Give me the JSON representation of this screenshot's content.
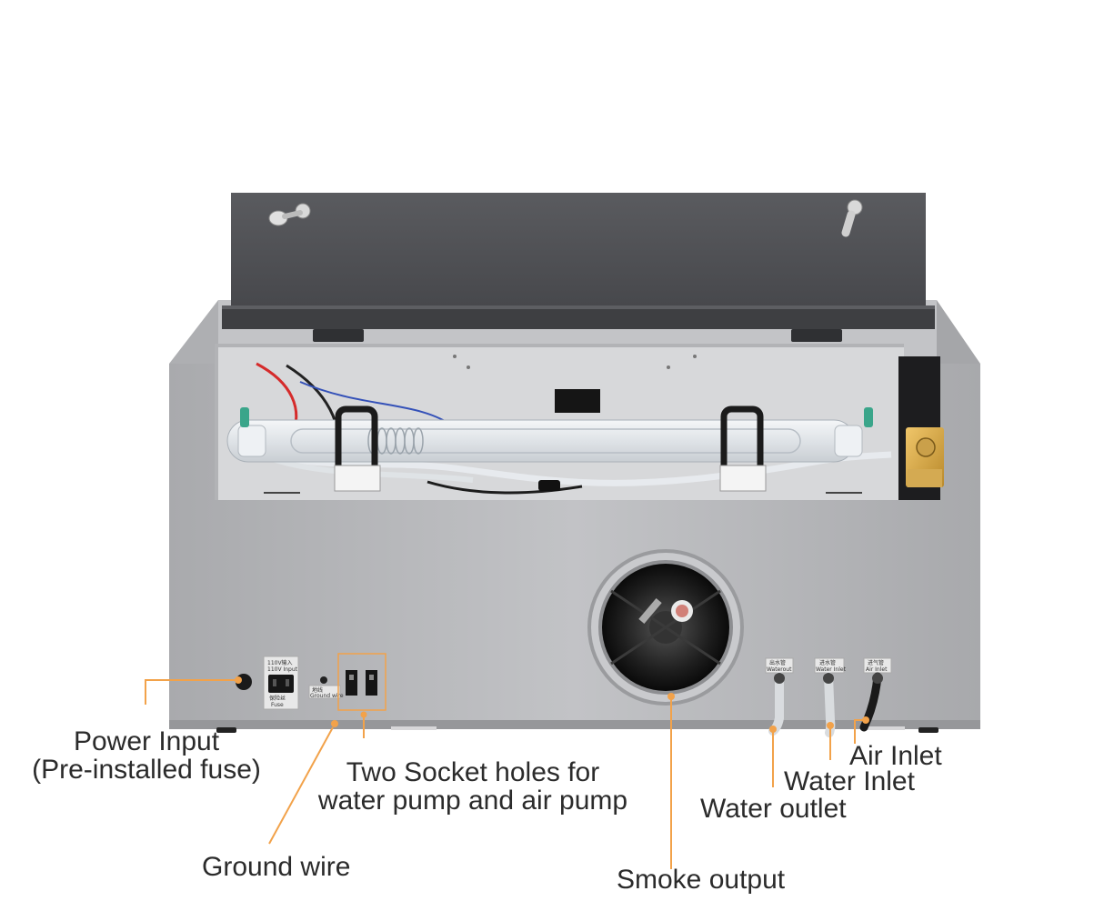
{
  "colors": {
    "callout_line": "#f2a24a",
    "machine_body": "#bdbec1",
    "lid": "#4b4c50"
  },
  "panel_markings": {
    "power_top": "110V输入",
    "power_sub": "110V Input",
    "fuse_cn": "保险丝",
    "fuse_en": "Fuse",
    "ground_cn": "地线",
    "ground_en": "Ground wire",
    "water_out_cn": "出水管",
    "water_out_en": "Waterout",
    "water_in_cn": "进水管",
    "water_in_en": "Water Inlet",
    "air_in_cn": "进气管",
    "air_in_en": "Air Inlet"
  },
  "labels": {
    "power_input_line1": "Power Input",
    "power_input_line2": "(Pre-installed fuse)",
    "sockets_line1": "Two Socket holes for",
    "sockets_line2": "water pump and air pump",
    "ground_wire": "Ground wire",
    "smoke_output": "Smoke output",
    "water_outlet": "Water outlet",
    "water_inlet": "Water Inlet",
    "air_inlet": "Air Inlet"
  }
}
